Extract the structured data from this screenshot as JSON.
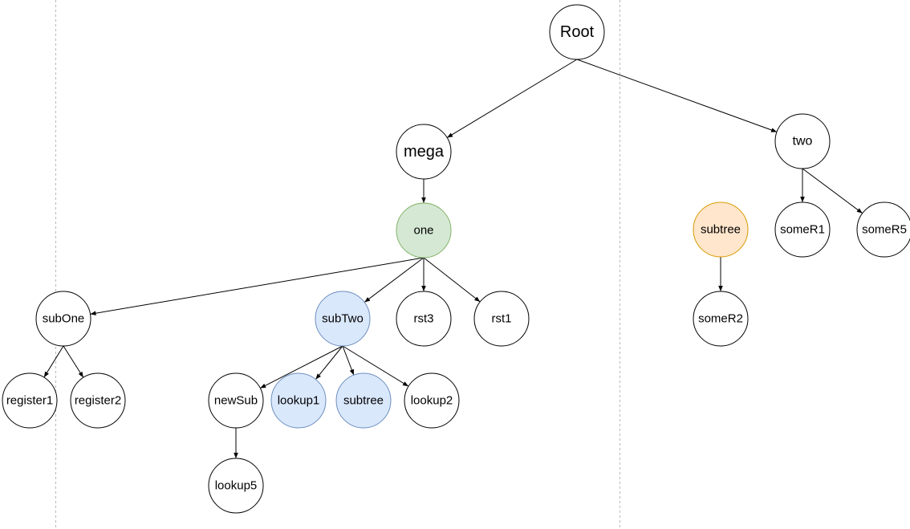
{
  "colors": {
    "default_fill": "#ffffff",
    "stroke": "#000000",
    "green_fill": "#d5e8d4",
    "green_stroke": "#82b366",
    "blue_fill": "#dae8fc",
    "blue_stroke": "#6c8ebf",
    "orange_fill": "#ffe6cc",
    "orange_stroke": "#d79b00"
  },
  "nodes": [
    {
      "id": "root",
      "label": "Root",
      "color": "default"
    },
    {
      "id": "mega",
      "label": "mega",
      "color": "default"
    },
    {
      "id": "two",
      "label": "two",
      "color": "default"
    },
    {
      "id": "one",
      "label": "one",
      "color": "green"
    },
    {
      "id": "subtree_orange",
      "label": "subtree",
      "color": "orange"
    },
    {
      "id": "someR1",
      "label": "someR1",
      "color": "default"
    },
    {
      "id": "someR5",
      "label": "someR5",
      "color": "default"
    },
    {
      "id": "subOne",
      "label": "subOne",
      "color": "default"
    },
    {
      "id": "subTwo",
      "label": "subTwo",
      "color": "blue"
    },
    {
      "id": "rst3",
      "label": "rst3",
      "color": "default"
    },
    {
      "id": "rst1",
      "label": "rst1",
      "color": "default"
    },
    {
      "id": "someR2",
      "label": "someR2",
      "color": "default"
    },
    {
      "id": "register1",
      "label": "register1",
      "color": "default"
    },
    {
      "id": "register2",
      "label": "register2",
      "color": "default"
    },
    {
      "id": "newSub",
      "label": "newSub",
      "color": "default"
    },
    {
      "id": "lookup1",
      "label": "lookup1",
      "color": "blue"
    },
    {
      "id": "subtree_blue",
      "label": "subtree",
      "color": "blue"
    },
    {
      "id": "lookup2",
      "label": "lookup2",
      "color": "default"
    },
    {
      "id": "lookup5",
      "label": "lookup5",
      "color": "default"
    }
  ],
  "edges": [
    {
      "from": "root",
      "to": "mega"
    },
    {
      "from": "root",
      "to": "two"
    },
    {
      "from": "mega",
      "to": "one"
    },
    {
      "from": "two",
      "to": "someR1"
    },
    {
      "from": "two",
      "to": "someR5"
    },
    {
      "from": "subtree_orange",
      "to": "someR2"
    },
    {
      "from": "one",
      "to": "subOne"
    },
    {
      "from": "one",
      "to": "subTwo"
    },
    {
      "from": "one",
      "to": "rst3"
    },
    {
      "from": "one",
      "to": "rst1"
    },
    {
      "from": "subOne",
      "to": "register1"
    },
    {
      "from": "subOne",
      "to": "register2"
    },
    {
      "from": "subTwo",
      "to": "newSub"
    },
    {
      "from": "subTwo",
      "to": "lookup1"
    },
    {
      "from": "subTwo",
      "to": "subtree_blue"
    },
    {
      "from": "subTwo",
      "to": "lookup2"
    },
    {
      "from": "newSub",
      "to": "lookup5"
    }
  ]
}
